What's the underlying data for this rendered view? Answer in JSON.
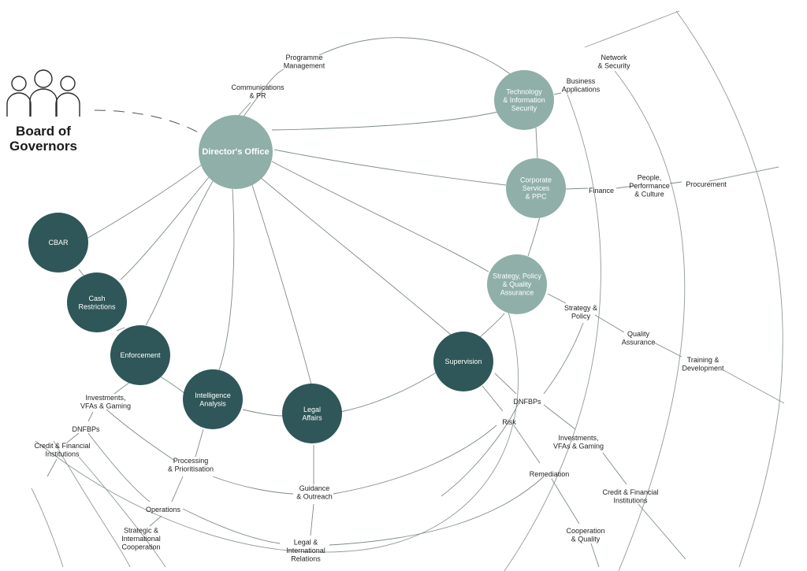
{
  "board": {
    "title_lines": [
      "Board of",
      "Governors"
    ]
  },
  "colors": {
    "light_node": "#8fafa8",
    "dark_node": "#2f5658",
    "edge": "#7e8b8a"
  },
  "icons": {
    "board": "people-group-icon"
  },
  "nodes": [
    {
      "id": "directors-office",
      "lines": [
        "Director's Office"
      ],
      "style": "light",
      "bold": true
    },
    {
      "id": "technology-information-security",
      "lines": [
        "Technology",
        "& Information",
        "Security"
      ],
      "style": "light"
    },
    {
      "id": "corporate-services-ppc",
      "lines": [
        "Corporate",
        "Services",
        "& PPC"
      ],
      "style": "light"
    },
    {
      "id": "strategy-policy-quality-assurance",
      "lines": [
        "Strategy, Policy",
        "& Quality",
        "Assurance"
      ],
      "style": "light"
    },
    {
      "id": "supervision",
      "lines": [
        "Supervision"
      ],
      "style": "dark"
    },
    {
      "id": "legal-affairs",
      "lines": [
        "Legal",
        "Affairs"
      ],
      "style": "dark"
    },
    {
      "id": "intelligence-analysis",
      "lines": [
        "Intelligence",
        "Analysis"
      ],
      "style": "dark"
    },
    {
      "id": "enforcement",
      "lines": [
        "Enforcement"
      ],
      "style": "dark"
    },
    {
      "id": "cash-restrictions",
      "lines": [
        "Cash",
        "Restrictions"
      ],
      "style": "dark"
    },
    {
      "id": "cbar",
      "lines": [
        "CBAR"
      ],
      "style": "dark"
    }
  ],
  "labels": [
    {
      "id": "programme-management",
      "lines": [
        "Programme",
        "Management"
      ]
    },
    {
      "id": "communications-pr",
      "lines": [
        "Communications",
        "& PR"
      ]
    },
    {
      "id": "network-security",
      "lines": [
        "Network",
        "& Security"
      ]
    },
    {
      "id": "business-applications",
      "lines": [
        "Business",
        "Applications"
      ]
    },
    {
      "id": "finance",
      "lines": [
        "Finance"
      ]
    },
    {
      "id": "people-performance-culture",
      "lines": [
        "People,",
        "Performance",
        "& Culture"
      ]
    },
    {
      "id": "procurement",
      "lines": [
        "Procurement"
      ]
    },
    {
      "id": "strategy-policy",
      "lines": [
        "Strategy &",
        "Policy"
      ]
    },
    {
      "id": "quality-assurance",
      "lines": [
        "Quality",
        "Assurance"
      ]
    },
    {
      "id": "training-development",
      "lines": [
        "Training &",
        "Development"
      ]
    },
    {
      "id": "dnfbps-supervision",
      "lines": [
        "DNFBPs"
      ]
    },
    {
      "id": "risk",
      "lines": [
        "Risk"
      ]
    },
    {
      "id": "investments-vfas-gaming-supervision",
      "lines": [
        "Investments,",
        "VFAs & Gaming"
      ]
    },
    {
      "id": "remediation",
      "lines": [
        "Remediation"
      ]
    },
    {
      "id": "credit-financial-institutions-supervision",
      "lines": [
        "Credit & Financial",
        "Institutions"
      ]
    },
    {
      "id": "cooperation-quality",
      "lines": [
        "Cooperation",
        "& Quality"
      ]
    },
    {
      "id": "investments-vfas-gaming-enforcement",
      "lines": [
        "Investments,",
        "VFAs & Gaming"
      ]
    },
    {
      "id": "dnfbps-enforcement",
      "lines": [
        "DNFBPs"
      ]
    },
    {
      "id": "credit-financial-institutions-enforcement",
      "lines": [
        "Credit & Financial",
        "Institutions"
      ]
    },
    {
      "id": "processing-prioritisation",
      "lines": [
        "Processing",
        "& Prioritisation"
      ]
    },
    {
      "id": "operations",
      "lines": [
        "Operations"
      ]
    },
    {
      "id": "strategic-international-cooperation",
      "lines": [
        "Strategic &",
        "International",
        "Cooperation"
      ]
    },
    {
      "id": "guidance-outreach",
      "lines": [
        "Guidance",
        "& Outreach"
      ]
    },
    {
      "id": "legal-international-relations",
      "lines": [
        "Legal &",
        "International",
        "Relations"
      ]
    }
  ]
}
